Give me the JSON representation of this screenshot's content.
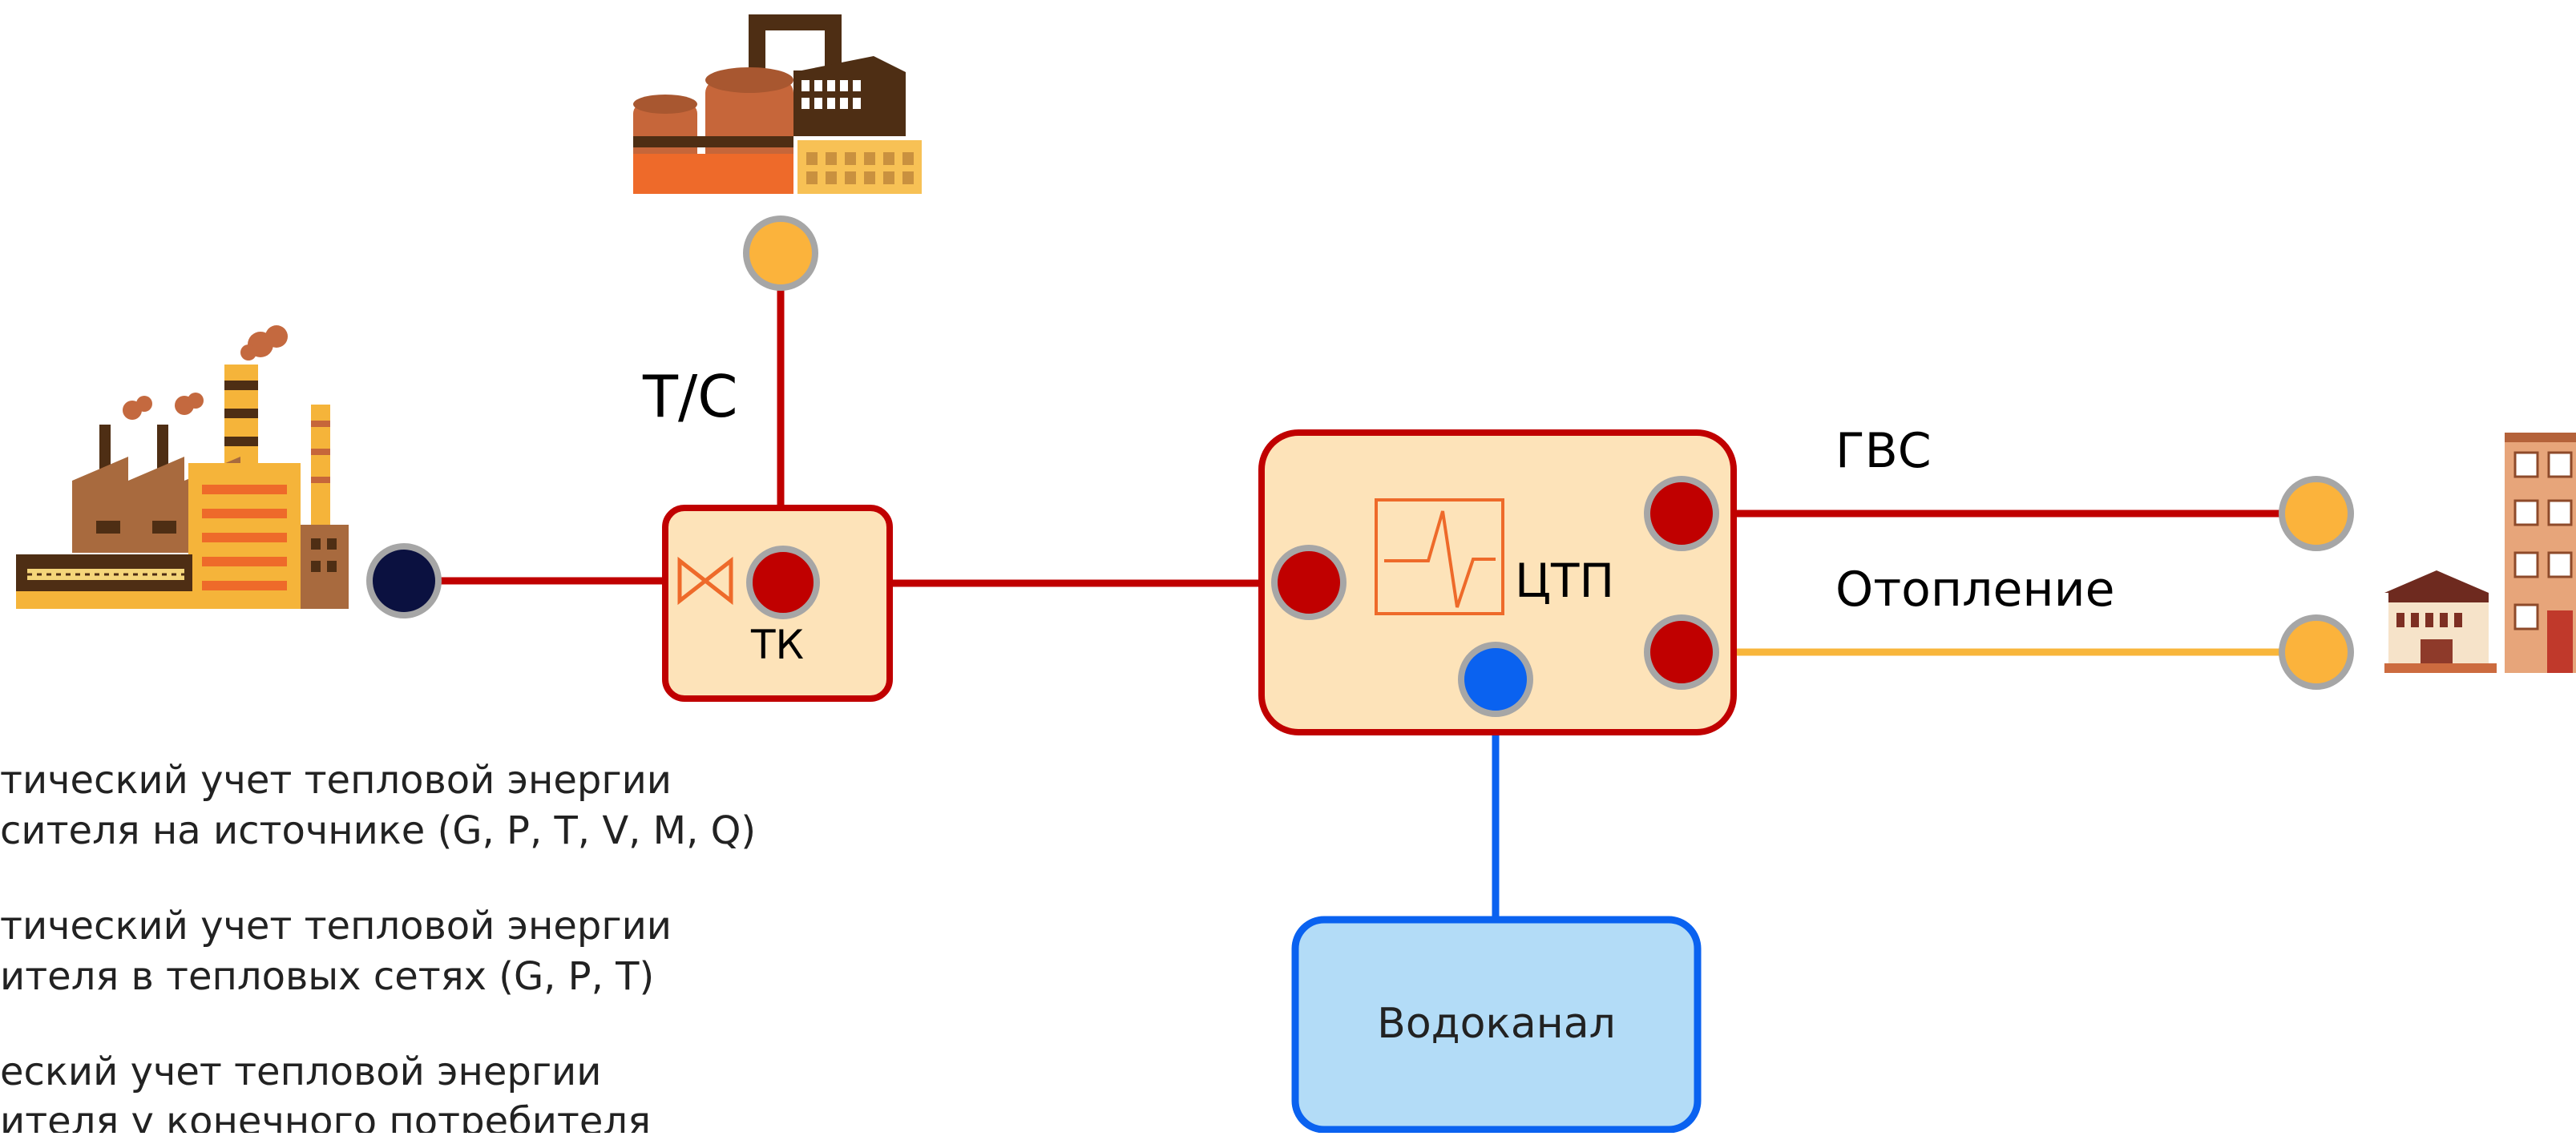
{
  "colors": {
    "red": "#C00000",
    "orange_node": "#FBB33C",
    "dark_node": "#0B1140",
    "blue": "#0A62F0",
    "box_fill": "#FDE3B9",
    "water_fill": "#B3DCF7",
    "yellow_line": "#F8B63B",
    "node_ring": "#A6A6A6",
    "icon_orange": "#EE6A2A"
  },
  "labels": {
    "tc": "Т/С",
    "tk": "ТК",
    "ctp": "ЦТП",
    "gvs": "ГВС",
    "heating": "Отопление",
    "vodokanal": "Водоканал"
  },
  "legend": [
    {
      "line1": "тический учет тепловой энергии",
      "line2": "сителя на источнике (G, P, T, V, M, Q)"
    },
    {
      "line1": "тический учет тепловой энергии",
      "line2": "ителя в тепловых сетях (G, P, T)"
    },
    {
      "line1": "еский учет тепловой энергии",
      "line2": "ителя у конечного потребителя"
    }
  ]
}
